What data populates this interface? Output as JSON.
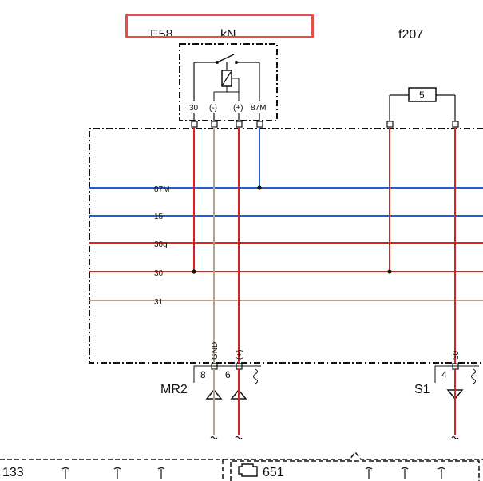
{
  "components": {
    "relay": {
      "id": "E58",
      "function": "kN",
      "pins": [
        "30",
        "(-)",
        "(+)",
        "87M"
      ]
    },
    "fuse": {
      "id": "f207",
      "value": "5"
    }
  },
  "bus_lines": [
    {
      "label": "87M",
      "color": "#1f5fd1"
    },
    {
      "label": "15",
      "color": "#1f5fd1"
    },
    {
      "label": "30g",
      "color": "#e02020"
    },
    {
      "label": "30",
      "color": "#e02020"
    },
    {
      "label": "31",
      "color": "#b8a288"
    }
  ],
  "connectors": {
    "mr2": {
      "name": "MR2",
      "pins": [
        "8",
        "6"
      ],
      "signals": [
        "GND",
        "(+)"
      ]
    },
    "s1": {
      "name": "S1",
      "pins": [
        "4"
      ],
      "signals": [
        "30"
      ]
    }
  },
  "bottom_refs": [
    "133",
    "651"
  ],
  "highlight_color": "#e2504c"
}
